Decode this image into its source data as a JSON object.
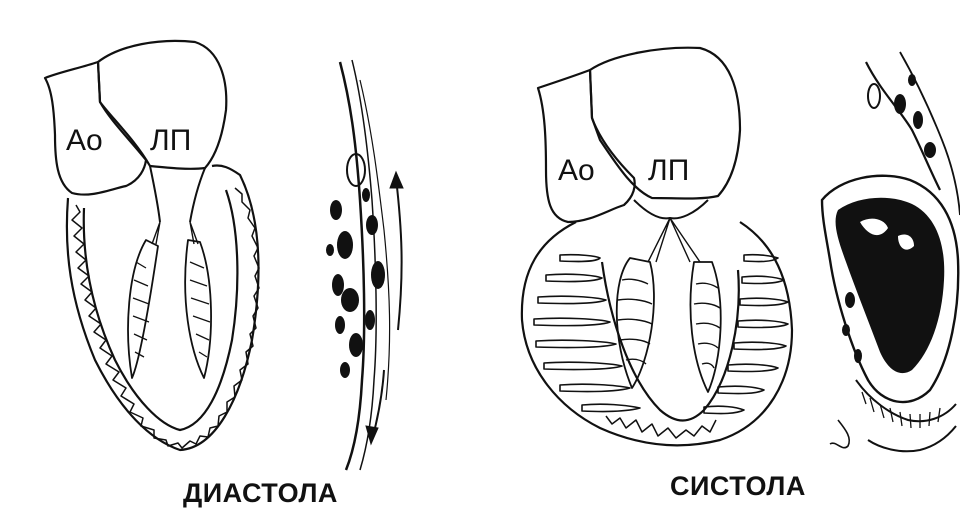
{
  "diastole": {
    "caption": "ДИАСТОЛА",
    "aorta_label": "Ао",
    "atrium_label": "ЛП"
  },
  "systole": {
    "caption": "СИСТОЛА",
    "aorta_label": "Ао",
    "atrium_label": "ЛП"
  },
  "colors": {
    "ink": "#111111",
    "background": "#ffffff"
  }
}
